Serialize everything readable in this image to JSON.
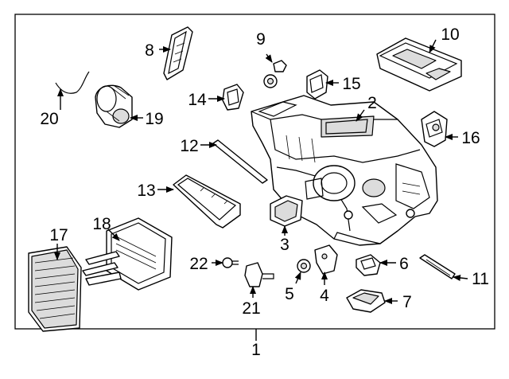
{
  "diagram": {
    "callouts": [
      {
        "id": "1",
        "text": "1"
      },
      {
        "id": "2",
        "text": "2"
      },
      {
        "id": "3",
        "text": "3"
      },
      {
        "id": "4",
        "text": "4"
      },
      {
        "id": "5",
        "text": "5"
      },
      {
        "id": "6",
        "text": "6"
      },
      {
        "id": "7",
        "text": "7"
      },
      {
        "id": "8",
        "text": "8"
      },
      {
        "id": "9",
        "text": "9"
      },
      {
        "id": "10",
        "text": "10"
      },
      {
        "id": "11",
        "text": "11"
      },
      {
        "id": "12",
        "text": "12"
      },
      {
        "id": "13",
        "text": "13"
      },
      {
        "id": "14",
        "text": "14"
      },
      {
        "id": "15",
        "text": "15"
      },
      {
        "id": "16",
        "text": "16"
      },
      {
        "id": "17",
        "text": "17"
      },
      {
        "id": "18",
        "text": "18"
      },
      {
        "id": "19",
        "text": "19"
      },
      {
        "id": "20",
        "text": "20"
      },
      {
        "id": "21",
        "text": "21"
      },
      {
        "id": "22",
        "text": "22"
      }
    ],
    "arrowhead_color": "#000000",
    "line_color": "#000000",
    "background": "#ffffff"
  }
}
